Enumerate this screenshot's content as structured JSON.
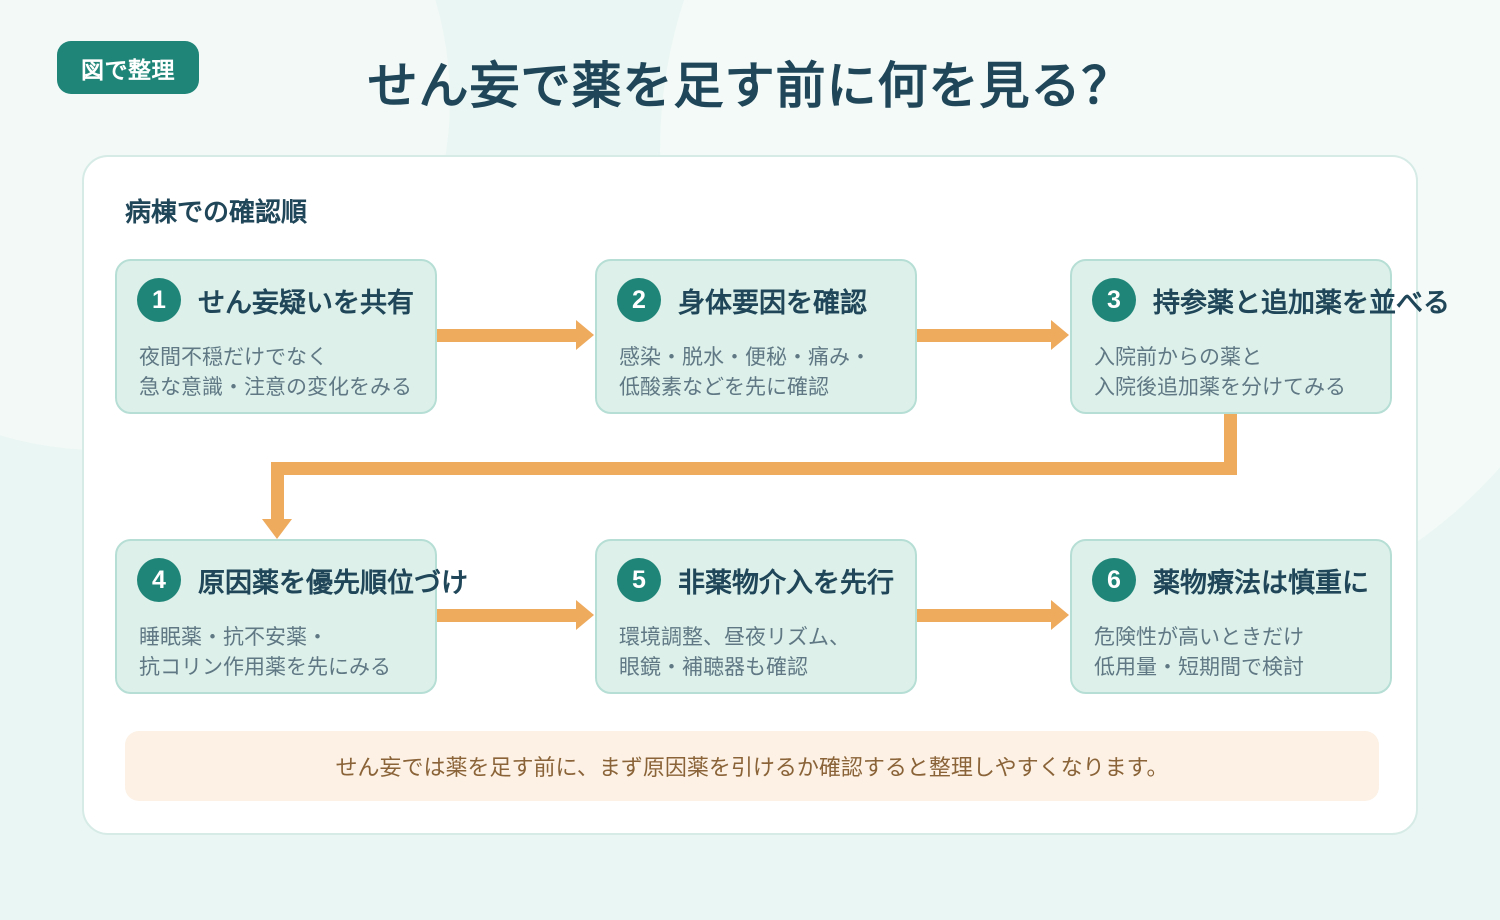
{
  "header": {
    "kicker": "図で整理",
    "title": "せん妄で薬を足す前に何を見る？"
  },
  "panel": {
    "heading": "病棟での確認順",
    "steps": [
      {
        "number": "1",
        "title": "せん妄疑いを共有",
        "body": "夜間不穏だけでなく\n急な意識・注意の変化をみる"
      },
      {
        "number": "2",
        "title": "身体要因を確認",
        "body": "感染・脱水・便秘・痛み・\n低酸素などを先に確認"
      },
      {
        "number": "3",
        "title": "持参薬と追加薬を並べる",
        "body": "入院前からの薬と\n入院後追加薬を分けてみる"
      },
      {
        "number": "4",
        "title": "原因薬を優先順位づけ",
        "body": "睡眠薬・抗不安薬・\n抗コリン作用薬を先にみる"
      },
      {
        "number": "5",
        "title": "非薬物介入を先行",
        "body": "環境調整、昼夜リズム、\n眼鏡・補聴器も確認"
      },
      {
        "number": "6",
        "title": "薬物療法は慎重に",
        "body": "危険性が高いときだけ\n低用量・短期間で検討"
      }
    ],
    "footer_note": "せん妄では薬を足す前に、まず原因薬を引けるか確認すると整理しやすくなります。"
  },
  "colors": {
    "page_background": "#eaf6f3",
    "brand_teal": "#1f8578",
    "title_ink": "#204759",
    "card_fill": "#ddf0ea",
    "card_border": "#b6ded4",
    "body_ink": "#5f7884",
    "arrow_orange": "#eeaa5d",
    "note_fill": "#fcf1e4",
    "note_ink": "#8a6338",
    "panel_fill": "#ffffff"
  }
}
